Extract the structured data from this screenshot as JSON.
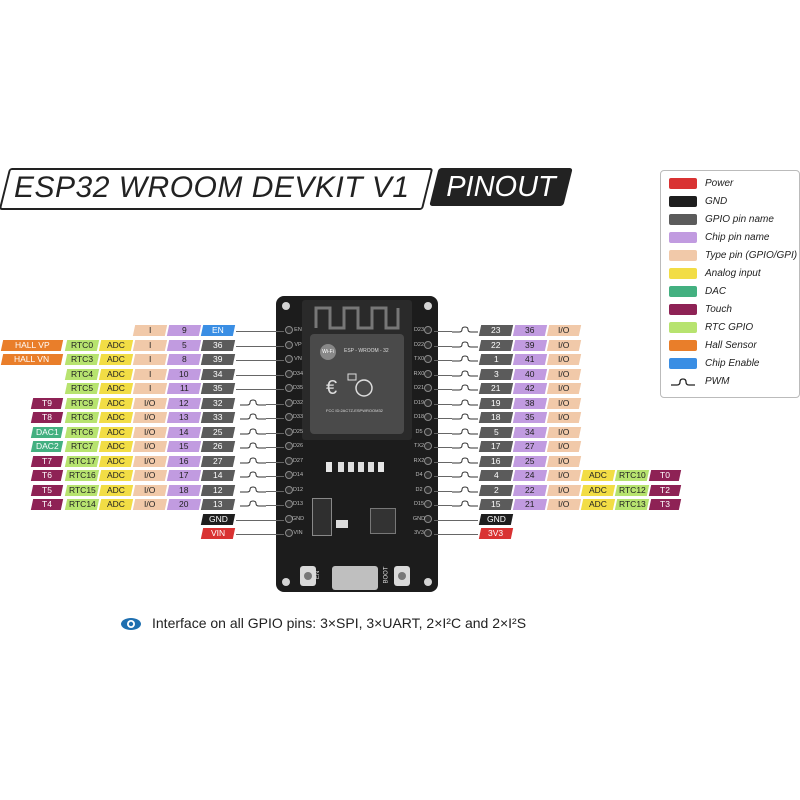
{
  "header": {
    "title": "ESP32 WROOM DEVKIT V1",
    "badge": "PINOUT"
  },
  "legend": [
    {
      "label": "Power",
      "color": "#d93232"
    },
    {
      "label": "GND",
      "color": "#1e1e1e"
    },
    {
      "label": "GPIO pin name",
      "color": "#5b5b5b"
    },
    {
      "label": "Chip pin name",
      "color": "#c19be0"
    },
    {
      "label": "Type pin (GPIO/GPI)",
      "color": "#f1c9a9"
    },
    {
      "label": "Analog input",
      "color": "#f2dd45"
    },
    {
      "label": "DAC",
      "color": "#43b080"
    },
    {
      "label": "Touch",
      "color": "#8e2255"
    },
    {
      "label": "RTC GPIO",
      "color": "#b7e36f"
    },
    {
      "label": "Hall Sensor",
      "color": "#e97e2a"
    },
    {
      "label": "Chip Enable",
      "color": "#3a8ee4"
    },
    {
      "label": "PWM",
      "color": "#222222",
      "icon": "pwm-wave-icon"
    }
  ],
  "module": {
    "name": "ESP - WROOM - 32",
    "fcc": "FCC ID:2AC7Z-ESPWROOM32",
    "logo": "Wi-Fi"
  },
  "buttons": {
    "left": "EN",
    "right": "BOOT"
  },
  "left_pins": [
    {
      "board": "EN",
      "chip": "9",
      "gpio": "EN",
      "type": "I",
      "adc": "",
      "rtc": "",
      "extra": "",
      "special": "chipen"
    },
    {
      "board": "VP",
      "chip": "5",
      "gpio": "36",
      "type": "I",
      "adc": "ADC",
      "rtc": "RTC0",
      "extra": "HALL VP",
      "special": "hall"
    },
    {
      "board": "VN",
      "chip": "8",
      "gpio": "39",
      "type": "I",
      "adc": "ADC",
      "rtc": "RTC3",
      "extra": "HALL VN",
      "special": "hall"
    },
    {
      "board": "D34",
      "chip": "10",
      "gpio": "34",
      "type": "I",
      "adc": "ADC",
      "rtc": "RTC4",
      "extra": "",
      "special": ""
    },
    {
      "board": "D35",
      "chip": "11",
      "gpio": "35",
      "type": "I",
      "adc": "ADC",
      "rtc": "RTC5",
      "extra": "",
      "special": ""
    },
    {
      "board": "D32",
      "chip": "12",
      "gpio": "32",
      "type": "I/O",
      "adc": "ADC",
      "rtc": "RTC9",
      "extra": "T9",
      "special": "touch",
      "pwm": true
    },
    {
      "board": "D33",
      "chip": "13",
      "gpio": "33",
      "type": "I/O",
      "adc": "ADC",
      "rtc": "RTC8",
      "extra": "T8",
      "special": "touch",
      "pwm": true
    },
    {
      "board": "D25",
      "chip": "14",
      "gpio": "25",
      "type": "I/O",
      "adc": "ADC",
      "rtc": "RTC6",
      "extra": "DAC1",
      "special": "dac",
      "pwm": true
    },
    {
      "board": "D26",
      "chip": "15",
      "gpio": "26",
      "type": "I/O",
      "adc": "ADC",
      "rtc": "RTC7",
      "extra": "DAC2",
      "special": "dac",
      "pwm": true
    },
    {
      "board": "D27",
      "chip": "16",
      "gpio": "27",
      "type": "I/O",
      "adc": "ADC",
      "rtc": "RTC17",
      "extra": "T7",
      "special": "touch",
      "pwm": true
    },
    {
      "board": "D14",
      "chip": "17",
      "gpio": "14",
      "type": "I/O",
      "adc": "ADC",
      "rtc": "RTC16",
      "extra": "T6",
      "special": "touch",
      "pwm": true
    },
    {
      "board": "D12",
      "chip": "18",
      "gpio": "12",
      "type": "I/O",
      "adc": "ADC",
      "rtc": "RTC15",
      "extra": "T5",
      "special": "touch",
      "pwm": true
    },
    {
      "board": "D13",
      "chip": "20",
      "gpio": "13",
      "type": "I/O",
      "adc": "ADC",
      "rtc": "RTC14",
      "extra": "T4",
      "special": "touch",
      "pwm": true
    },
    {
      "board": "GND",
      "chip": "",
      "gpio": "GND",
      "type": "",
      "adc": "",
      "rtc": "",
      "extra": "",
      "special": "gnd"
    },
    {
      "board": "VIN",
      "chip": "",
      "gpio": "VIN",
      "type": "",
      "adc": "",
      "rtc": "",
      "extra": "",
      "special": "power"
    }
  ],
  "right_pins": [
    {
      "board": "D23",
      "gpio": "23",
      "chip": "36",
      "type": "I/O",
      "adc": "",
      "rtc": "",
      "extra": "",
      "pwm": true
    },
    {
      "board": "D22",
      "gpio": "22",
      "chip": "39",
      "type": "I/O",
      "adc": "",
      "rtc": "",
      "extra": "",
      "pwm": true
    },
    {
      "board": "TX0",
      "gpio": "1",
      "chip": "41",
      "type": "I/O",
      "adc": "",
      "rtc": "",
      "extra": "",
      "pwm": true
    },
    {
      "board": "RX0",
      "gpio": "3",
      "chip": "40",
      "type": "I/O",
      "adc": "",
      "rtc": "",
      "extra": "",
      "pwm": true
    },
    {
      "board": "D21",
      "gpio": "21",
      "chip": "42",
      "type": "I/O",
      "adc": "",
      "rtc": "",
      "extra": "",
      "pwm": true
    },
    {
      "board": "D19",
      "gpio": "19",
      "chip": "38",
      "type": "I/O",
      "adc": "",
      "rtc": "",
      "extra": "",
      "pwm": true
    },
    {
      "board": "D18",
      "gpio": "18",
      "chip": "35",
      "type": "I/O",
      "adc": "",
      "rtc": "",
      "extra": "",
      "pwm": true
    },
    {
      "board": "D5",
      "gpio": "5",
      "chip": "34",
      "type": "I/O",
      "adc": "",
      "rtc": "",
      "extra": "",
      "pwm": true
    },
    {
      "board": "TX2",
      "gpio": "17",
      "chip": "27",
      "type": "I/O",
      "adc": "",
      "rtc": "",
      "extra": "",
      "pwm": true
    },
    {
      "board": "RX2",
      "gpio": "16",
      "chip": "25",
      "type": "I/O",
      "adc": "",
      "rtc": "",
      "extra": "",
      "pwm": true
    },
    {
      "board": "D4",
      "gpio": "4",
      "chip": "24",
      "type": "I/O",
      "adc": "ADC",
      "rtc": "RTC10",
      "extra": "T0",
      "pwm": true
    },
    {
      "board": "D2",
      "gpio": "2",
      "chip": "22",
      "type": "I/O",
      "adc": "ADC",
      "rtc": "RTC12",
      "extra": "T2",
      "pwm": true
    },
    {
      "board": "D15",
      "gpio": "15",
      "chip": "21",
      "type": "I/O",
      "adc": "ADC",
      "rtc": "RTC13",
      "extra": "T3",
      "pwm": true
    },
    {
      "board": "GND",
      "gpio": "GND",
      "chip": "",
      "type": "",
      "adc": "",
      "rtc": "",
      "extra": "",
      "special": "gnd"
    },
    {
      "board": "3V3",
      "gpio": "3V3",
      "chip": "",
      "type": "",
      "adc": "",
      "rtc": "",
      "extra": "",
      "special": "power"
    }
  ],
  "footer": {
    "note": "Interface on all GPIO pins: 3×SPI, 3×UART, 2×I²C and 2×I²S",
    "icon": "eye-icon"
  }
}
